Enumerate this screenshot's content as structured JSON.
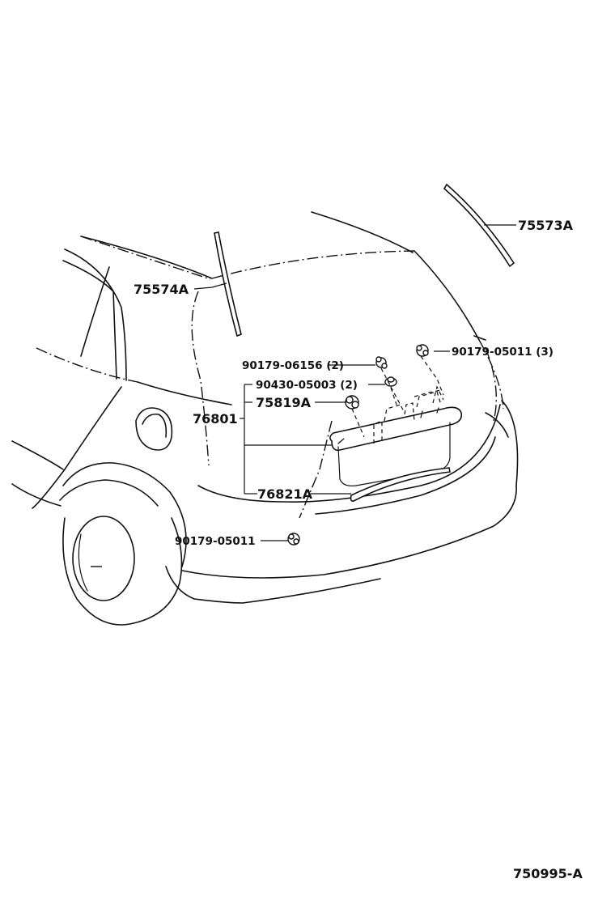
{
  "labels": {
    "p75573A": "75573A",
    "p75574A": "75574A",
    "p90179_06156": "90179-06156 (2)",
    "p90179_05011_3": "90179-05011 (3)",
    "p90430_05003": "90430-05003 (2)",
    "p75819A": "75819A",
    "p76801": "76801",
    "p76821A": "76821A",
    "p90179_05011": "90179-05011"
  },
  "diagram_code": "750995-A"
}
